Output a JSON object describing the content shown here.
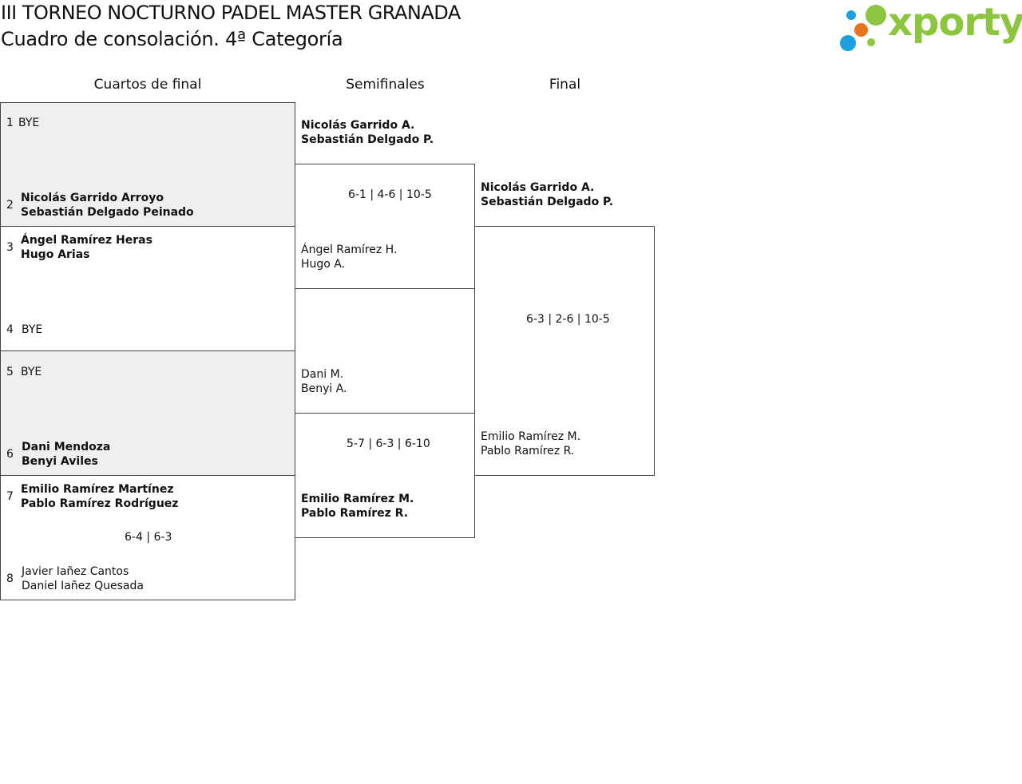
{
  "header": {
    "title": "III TORNEO NOCTURNO PADEL MASTER GRANADA",
    "subtitle": "Cuadro de consolación. 4ª Categoría",
    "logo_text": "xporty",
    "logo_colors": {
      "blue": "#1ba1e2",
      "orange": "#e8731c",
      "green": "#8cc63f"
    }
  },
  "rounds": {
    "qf": "Cuartos de final",
    "sf": "Semifinales",
    "final": "Final"
  },
  "qf": [
    {
      "num": "1",
      "line1": "BYE"
    },
    {
      "num": "2",
      "line1": "Nicolás Garrido Arroyo",
      "line2": "Sebastián Delgado Peinado"
    },
    {
      "num": "3",
      "line1": "Ángel Ramírez Heras",
      "line2": "Hugo Arias"
    },
    {
      "num": "4",
      "line1": "BYE"
    },
    {
      "num": "5",
      "line1": "BYE"
    },
    {
      "num": "6",
      "line1": "Dani Mendoza",
      "line2": "Benyi Aviles"
    },
    {
      "num": "7",
      "line1": "Emilio Ramírez Martínez",
      "line2": "Pablo Ramírez Rodríguez"
    },
    {
      "num": "8",
      "line1": "Javier Iañez Cantos",
      "line2": "Daniel Iañez Quesada"
    }
  ],
  "qf_scores": {
    "m4": "6-4 | 6-3"
  },
  "sf": [
    {
      "line1": "Nicolás Garrido A.",
      "line2": "Sebastián Delgado P."
    },
    {
      "line1": "Ángel Ramírez H.",
      "line2": "Hugo A."
    },
    {
      "line1": "Dani M.",
      "line2": "Benyi A."
    },
    {
      "line1": "Emilio Ramírez M.",
      "line2": "Pablo Ramírez R."
    }
  ],
  "sf_scores": {
    "m1": "6-1 | 4-6 | 10-5",
    "m2": "5-7 | 6-3 | 6-10"
  },
  "final": [
    {
      "line1": "Nicolás Garrido A.",
      "line2": "Sebastián Delgado P."
    },
    {
      "line1": "Emilio Ramírez M.",
      "line2": "Pablo Ramírez R."
    }
  ],
  "final_score": "6-3 | 2-6 | 10-5"
}
